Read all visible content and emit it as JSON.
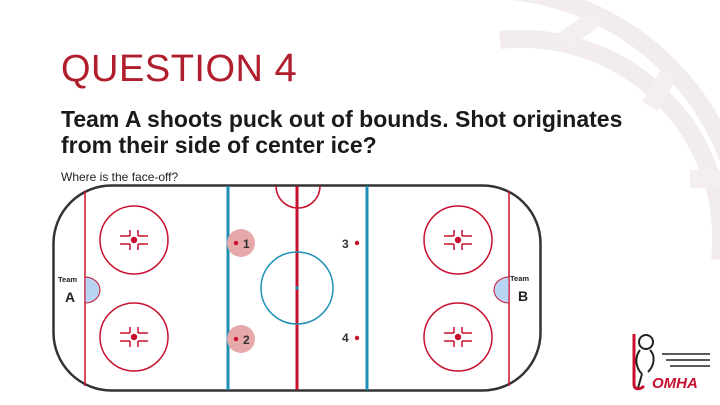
{
  "slide": {
    "title_word": "QUESTION",
    "title_number": "4",
    "question": "Team A shoots puck out of bounds.  Shot originates from their side of center ice?",
    "sub_question": "Where is the face-off?"
  },
  "rink": {
    "team_left_label": "Team",
    "team_left_letter": "A",
    "team_right_label": "Team",
    "team_right_letter": "B",
    "spots": [
      {
        "label": "1",
        "highlighted": true
      },
      {
        "label": "2",
        "highlighted": true
      },
      {
        "label": "3",
        "highlighted": false
      },
      {
        "label": "4",
        "highlighted": false
      }
    ]
  },
  "logo": {
    "text": "OMHA"
  },
  "colors": {
    "title": "#b01e2d",
    "red_line": "#c8102e",
    "blue_line": "#1f8fb5",
    "crease": "#b9d4f2",
    "spot_highlight": "#e6a8a8"
  }
}
